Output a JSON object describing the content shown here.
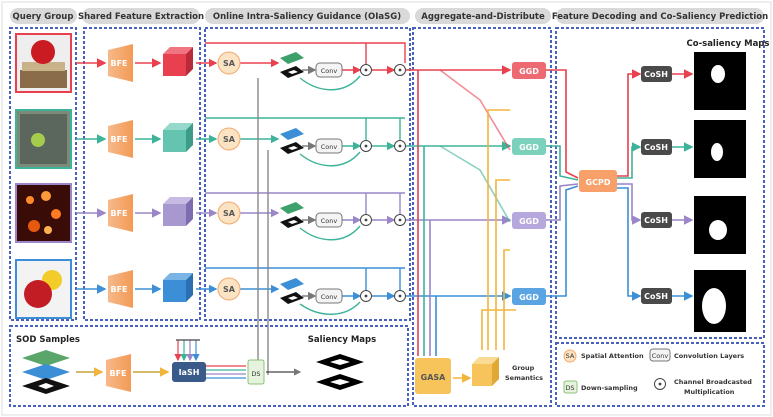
{
  "headers": {
    "query_group": "Query Group",
    "shared_feature": "Shared Feature Extraction",
    "online_guidance": "Online Intra-Saliency Guidance (OIaSG)",
    "aggregate": "Aggregate-and-Distribute",
    "decoding": "Feature Decoding and Co-Saliency Prediction"
  },
  "blocks": {
    "bfe": "BFE",
    "sa": "SA",
    "conv": "Conv",
    "ggd": "GGD",
    "gcpd": "GCPD",
    "cosh": "CoSH",
    "issh": "IaSH",
    "ds": "DS",
    "gasa": "GASA"
  },
  "labels": {
    "cosal_maps": "Co-saliency Maps",
    "sod_samples": "SOD Samples",
    "saliency_maps": "Saliency Maps",
    "group_semantics_1": "Group",
    "group_semantics_2": "Semantics"
  },
  "legend": {
    "sa_text": "Spatial Attention",
    "conv_text": "Convolution Layers",
    "ds_text": "Down-sampling",
    "cbm_line1": "Channel Broadcasted",
    "cbm_line2": "Multiplication"
  },
  "colors": {
    "row1": "#e8404f",
    "row2": "#3db39a",
    "row3": "#9a86c8",
    "row4": "#3c8fd6",
    "bfe": "#f4a96b",
    "orange_line": "#f2b53c",
    "border_dash": "#4860c0"
  },
  "icons": [
    "multiply-circle-icon",
    "image-thumbnail-icon",
    "cube-icon"
  ]
}
